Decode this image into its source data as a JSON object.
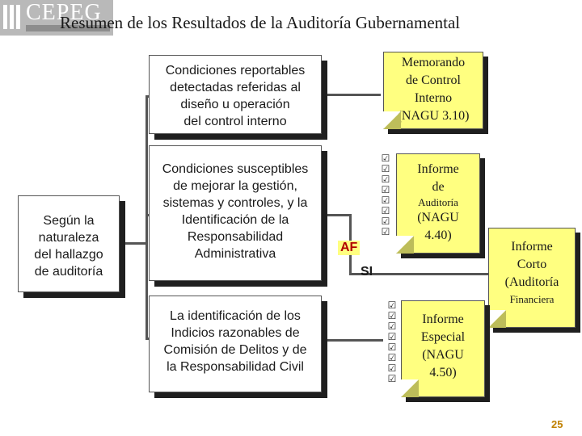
{
  "logo": {
    "text": "CEPEG"
  },
  "title": "Resumen de los Resultados de la Auditoría Gubernamental",
  "left_box": {
    "text": "Según la\nnaturaleza\ndel hallazgo\nde auditoría"
  },
  "boxes": [
    {
      "text": "Condiciones reportables\ndetectadas referidas al\ndiseño u operación\ndel control interno"
    },
    {
      "text": "Condiciones susceptibles\nde mejorar la gestión,\nsistemas y controles, y la\nIdentificación de la\nResponsabilidad\nAdministrativa"
    },
    {
      "text": "La identificación de los\nIndicios razonables de\nComisión de Delitos y de\nla Responsabilidad Civil"
    }
  ],
  "notes": {
    "memorando": "Memorando\nde Control\nInterno\n(NAGU 3.10)",
    "informe_auditoria_top": "Informe\nde",
    "informe_auditoria_small": "Auditoría",
    "informe_auditoria_bottom": "(NAGU\n4.40)",
    "informe_corto": "Informe\nCorto\n(Auditoría",
    "informe_corto_small": "Financiera",
    "informe_especial": "Informe\nEspecial\n(NAGU\n4.50)"
  },
  "checks": "☑\n☑\n☑\n☑\n☑\n☑\n☑\n☑",
  "tags": {
    "af": "AF",
    "si": "SI"
  },
  "page_number": "25",
  "colors": {
    "note": "#ffff80",
    "shadow": "#1f1f1f",
    "tag": "#b00000"
  }
}
